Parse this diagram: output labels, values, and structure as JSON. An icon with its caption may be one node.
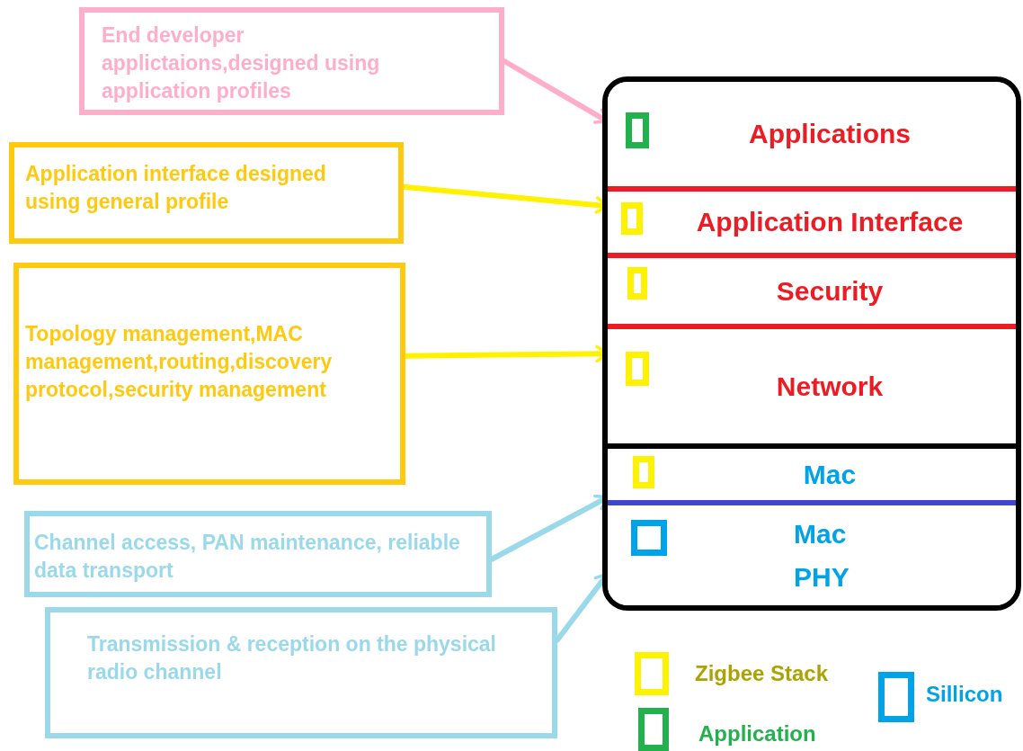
{
  "diagram": {
    "nodes": [
      {
        "text": [
          "End developer applictaions,designed using application profiles"
        ]
      },
      {
        "text": [
          "Application interface designed using general profile"
        ]
      },
      {
        "text": [
          "Topology management,MAC management,routing,discovery protocol,security management"
        ]
      },
      {
        "text": [
          "Channel access, PAN maintenance, reliable data transport"
        ]
      },
      {
        "text": [
          "Transmission & reception on the physical radio channel"
        ]
      },
      {
        "text": [],
        "shape": "box"
      },
      {
        "text": [
          "Applications"
        ],
        "in": 5
      },
      {
        "text": [
          "Application Interface"
        ],
        "in": 5
      },
      {
        "text": [
          "Security"
        ],
        "in": 5
      },
      {
        "text": [
          "Network"
        ],
        "in": 5
      },
      {
        "text": [
          "Mac"
        ],
        "in": 5
      },
      {
        "text": [
          "Mac PHY"
        ],
        "in": 5
      }
    ],
    "edges": [
      {
        "from": 0,
        "to": 6,
        "arrow": "to",
        "color": "#ffaec9"
      },
      {
        "from": 1,
        "to": 7,
        "arrow": "to",
        "color": "#fff200"
      },
      {
        "from": 2,
        "to": 9,
        "arrow": "to",
        "color": "#fff200"
      },
      {
        "from": 3,
        "to": 10,
        "arrow": "to",
        "color": "#99d9ea"
      },
      {
        "from": 4,
        "to": 11,
        "arrow": "to",
        "color": "#99d9ea"
      }
    ],
    "legend": [
      {
        "text": "Zigbee Stack",
        "color": "#fff200"
      },
      {
        "text": "Application",
        "color": "#22b14c"
      },
      {
        "text": "Sillicon",
        "color": "#00a2e8"
      }
    ]
  }
}
